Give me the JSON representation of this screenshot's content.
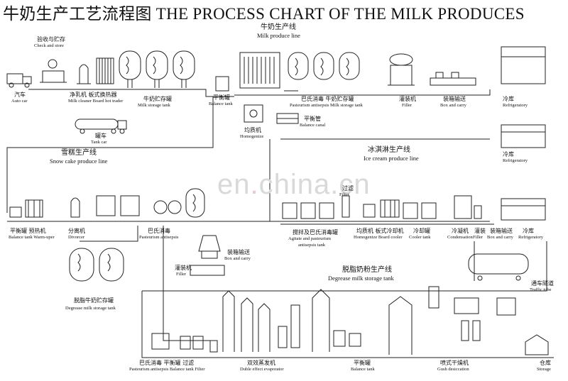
{
  "title": "牛奶生产工艺流程图 THE PROCESS CHART OF THE MILK PRODUCES",
  "watermark": {
    "pre": "en",
    "dot": ".",
    "post": "china.cn"
  },
  "sections": {
    "milk_line": {
      "cn": "牛奶生产线",
      "en": "Milk produce line"
    },
    "snow_cake": {
      "cn": "雪糕生产线",
      "en": "Snow cake produce line"
    },
    "ice_cream": {
      "cn": "冰淇淋生产线",
      "en": "Ice cream produce line"
    },
    "degrease": {
      "cn": "脱脂奶粉生产线",
      "en": "Degrease milk storage tank"
    }
  },
  "labels": {
    "check_store": {
      "cn": "验收与贮存",
      "en": "Check and store"
    },
    "auto_car": {
      "cn": "汽车",
      "en": "Auto car"
    },
    "cleaner": {
      "cn": "净乳机 板式换热器",
      "en": "Milk cleaner Board hot trader"
    },
    "storage1": {
      "cn": "牛奶贮存罐",
      "en": "Milk storage tank"
    },
    "tank_car": {
      "cn": "罐车",
      "en": "Tank car"
    },
    "balance1": {
      "cn": "平衡罐",
      "en": "Balance tank"
    },
    "homogenize1": {
      "cn": "均质机",
      "en": "Homogenize"
    },
    "balance_canal": {
      "cn": "平衡管",
      "en": "Balance canal"
    },
    "pasteur1": {
      "cn": "巴氏消毒     牛奶贮存罐",
      "en": "Pasteurism antisepsis Milk storage tank"
    },
    "filler1": {
      "cn": "灌装机",
      "en": "Filler"
    },
    "box_carry1": {
      "cn": "装箱输送",
      "en": "Box and carry"
    },
    "refrig1": {
      "cn": "冷库",
      "en": "Refrigeratory"
    },
    "refrig2": {
      "cn": "冷库",
      "en": "Refrigeratory"
    },
    "balance_warm": {
      "cn": "平衡罐   预热机",
      "en": "Balance tank  Warm-uper"
    },
    "divorcer": {
      "cn": "分离机",
      "en": "Divorcer"
    },
    "pasteur2": {
      "cn": "巴氏消毒",
      "en": "Pasteurism antisepsis"
    },
    "filter1": {
      "cn": "过滤",
      "en": "Filter"
    },
    "agitate": {
      "cn": "搅拌及巴氏消毒罐",
      "en": "Agitate and pasteurism",
      "en2": "antisepsis tank"
    },
    "homog_cooler": {
      "cn": "均质机 板式冷却机",
      "en": "Homogenize Board cooler"
    },
    "cooler_tank": {
      "cn": "冷却罐",
      "en": "Cooler tank"
    },
    "condensation": {
      "cn": "冷凝机",
      "en": "Condensation"
    },
    "filler2": {
      "cn": "灌装",
      "en": "Filler"
    },
    "box_carry2": {
      "cn": "装箱输送",
      "en": "Box and carry"
    },
    "refrig3": {
      "cn": "冷库",
      "en": "Refrigeratory"
    },
    "filler3": {
      "cn": "灌装机",
      "en": "Filler"
    },
    "box_carry3": {
      "cn": "装箱输送",
      "en": "Box and carry"
    },
    "degrease_tank": {
      "cn": "脱脂牛奶贮存罐",
      "en": "Degrease milk storage tank"
    },
    "traffic_tube": {
      "cn": "通车隧道",
      "en": "Traffic tube"
    },
    "pasteur3": {
      "cn": "巴氏消毒   平衡罐  过滤",
      "en": "Pasteurism antisepsis Balance tank Filter"
    },
    "evaporator": {
      "cn": "双效蒸发机",
      "en": "Duble effect evaporator"
    },
    "balance3": {
      "cn": "平衡罐",
      "en": "Balance tank"
    },
    "gush": {
      "cn": "喷式干燥机",
      "en": "Gush desiccation"
    },
    "storage_room": {
      "cn": "仓库",
      "en": "Storage"
    }
  }
}
